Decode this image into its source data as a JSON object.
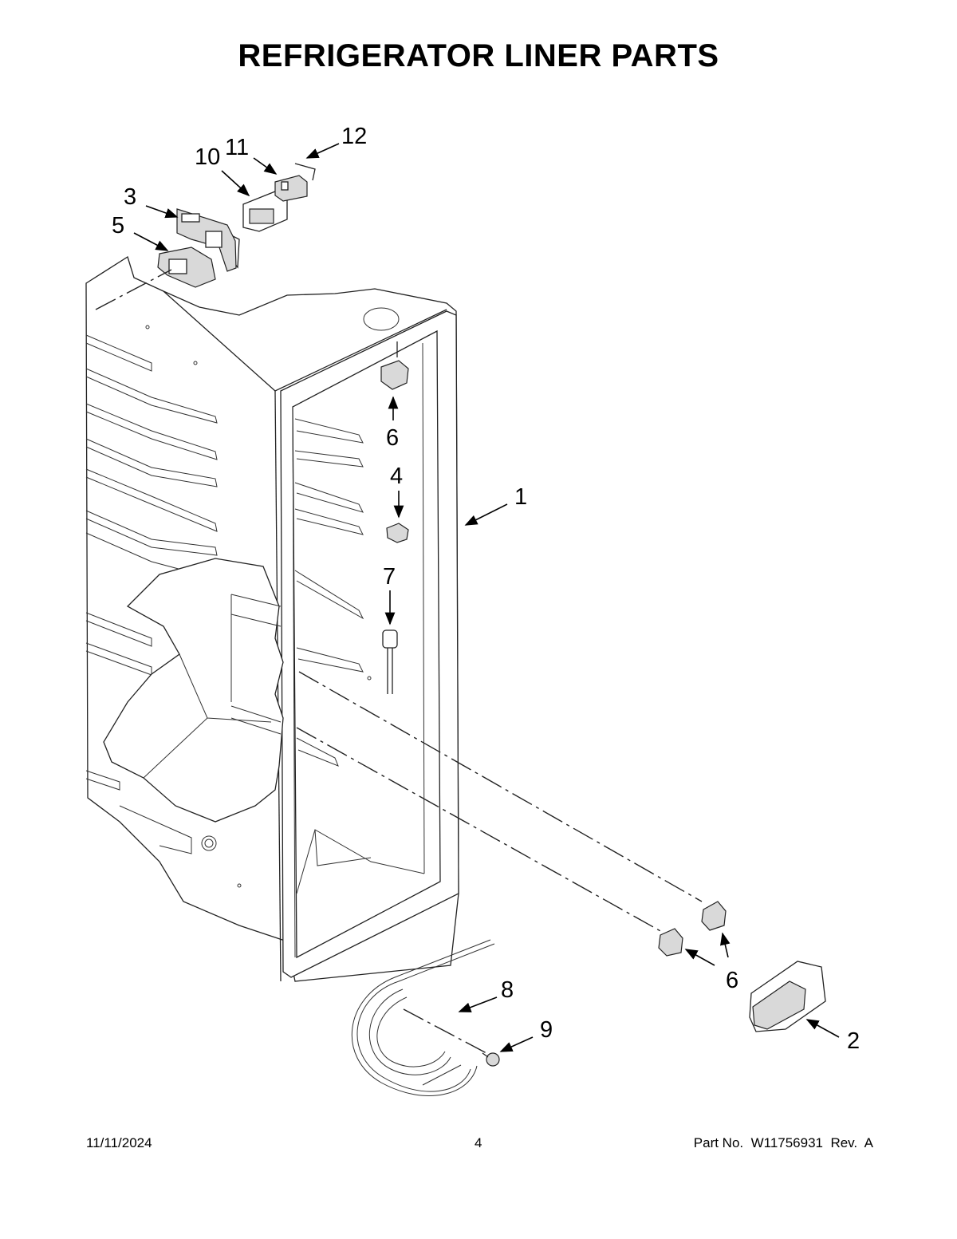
{
  "title": "REFRIGERATOR LINER PARTS",
  "callouts": {
    "c1": "1",
    "c2": "2",
    "c3": "3",
    "c4": "4",
    "c5": "5",
    "c6a": "6",
    "c6b": "6",
    "c7": "7",
    "c8": "8",
    "c9": "9",
    "c10": "10",
    "c11": "11",
    "c12": "12"
  },
  "footer": {
    "date": "11/11/2024",
    "page": "4",
    "part": "Part No.  W11756931  Rev.  A"
  }
}
